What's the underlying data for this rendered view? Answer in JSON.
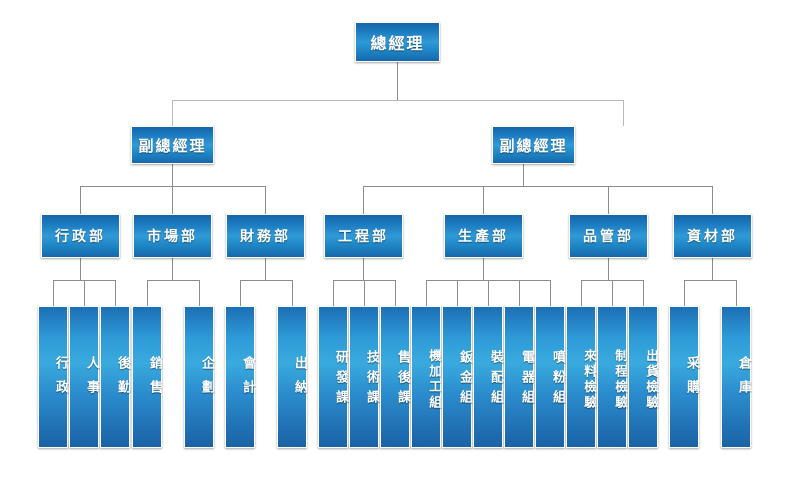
{
  "meta": {
    "title": "組織架構圖",
    "chart_type": "organization-chart",
    "accent_color": "#2f9ad6",
    "line_color": "#8c8c8c",
    "background": "#ffffff"
  },
  "nodes": {
    "root": {
      "label": "總經理",
      "level": 0
    },
    "vp_left": {
      "label": "副總經理",
      "level": 1
    },
    "vp_right": {
      "label": "副總經理",
      "level": 1
    },
    "departments": [
      {
        "key": "admin",
        "label": "行政部",
        "parent": "vp_left"
      },
      {
        "key": "market",
        "label": "市場部",
        "parent": "vp_left"
      },
      {
        "key": "finance",
        "label": "財務部",
        "parent": "vp_left"
      },
      {
        "key": "engineering",
        "label": "工程部",
        "parent": "vp_right"
      },
      {
        "key": "production",
        "label": "生產部",
        "parent": "vp_right"
      },
      {
        "key": "quality",
        "label": "品管部",
        "parent": "vp_right"
      },
      {
        "key": "materials",
        "label": "資材部",
        "parent": "vp_right"
      }
    ],
    "units": [
      {
        "key": "u01",
        "label": "行政",
        "parent": "admin"
      },
      {
        "key": "u02",
        "label": "人事",
        "parent": "admin"
      },
      {
        "key": "u03",
        "label": "後勤",
        "parent": "admin"
      },
      {
        "key": "u04",
        "label": "銷售",
        "parent": "market"
      },
      {
        "key": "u05",
        "label": "企劃",
        "parent": "market"
      },
      {
        "key": "u06",
        "label": "會計",
        "parent": "finance"
      },
      {
        "key": "u07",
        "label": "出納",
        "parent": "finance"
      },
      {
        "key": "u08",
        "label": "研發課",
        "parent": "engineering"
      },
      {
        "key": "u09",
        "label": "技術課",
        "parent": "engineering"
      },
      {
        "key": "u10",
        "label": "售後課",
        "parent": "engineering"
      },
      {
        "key": "u11",
        "label": "機加工組",
        "parent": "production"
      },
      {
        "key": "u12",
        "label": "鈑金組",
        "parent": "production"
      },
      {
        "key": "u13",
        "label": "裝配組",
        "parent": "production"
      },
      {
        "key": "u14",
        "label": "電器組",
        "parent": "production"
      },
      {
        "key": "u15",
        "label": "噴粉組",
        "parent": "production"
      },
      {
        "key": "u16",
        "label": "來料檢驗",
        "parent": "quality"
      },
      {
        "key": "u17",
        "label": "制程檢驗",
        "parent": "quality"
      },
      {
        "key": "u18",
        "label": "出貨檢驗",
        "parent": "quality"
      },
      {
        "key": "u19",
        "label": "采購",
        "parent": "materials"
      },
      {
        "key": "u20",
        "label": "倉庫",
        "parent": "materials"
      }
    ]
  }
}
